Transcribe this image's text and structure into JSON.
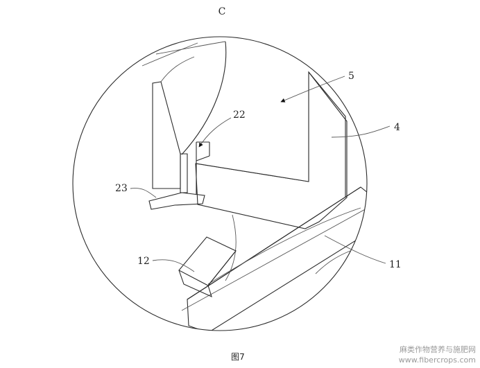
{
  "view_label": "C",
  "figure_caption": "图7",
  "callouts": [
    {
      "id": "5",
      "text": "5"
    },
    {
      "id": "4",
      "text": "4"
    },
    {
      "id": "22",
      "text": "22"
    },
    {
      "id": "23",
      "text": "23"
    },
    {
      "id": "12",
      "text": "12"
    },
    {
      "id": "11",
      "text": "11"
    }
  ],
  "watermark": {
    "line1": "麻类作物营养与施肥网",
    "line2": "www.fibercrops.com"
  }
}
